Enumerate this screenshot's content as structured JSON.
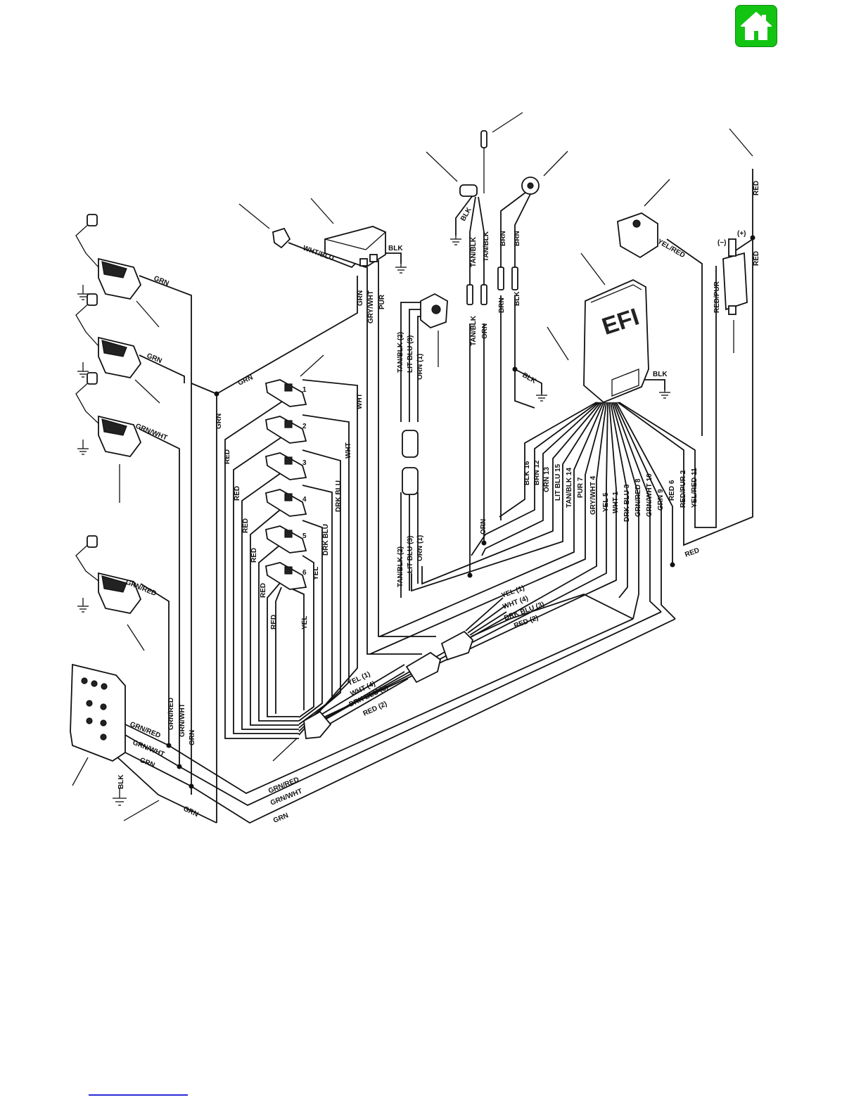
{
  "home_button": {
    "icon": "home-icon",
    "color": "#13c413"
  },
  "ecu": {
    "text": "EFI"
  },
  "wire_labels": {
    "coil_grn_1": "GRN",
    "coil_grn_2": "GRN",
    "coil_grn_wht": "GRN/WHT",
    "coil_grn_red": "GRN/RED",
    "sensor_wht_blu": "WHT/BLU",
    "module_blk": "BLK",
    "module_grn": "GRN",
    "module_gry_wht": "GRY/WHT",
    "module_pur": "PUR",
    "bus_grn": "GRN",
    "bus_grn_vert": "GRN",
    "inj_wht_1": "WHT",
    "inj_wht_2": "WHT",
    "inj_drk_blu_1": "DRK BLU",
    "inj_drk_blu_2": "DRK BLU",
    "inj_yel_1": "YEL",
    "inj_yel_2": "YEL",
    "inj_red_1": "RED",
    "inj_red_2": "RED",
    "inj_red_3": "RED",
    "inj_red_4": "RED",
    "inj_red_5": "RED",
    "inj_red_6": "RED",
    "tps_tan_blk": "TAN/BLK (2)",
    "tps_lit_blu": "LIT BLU (3)",
    "tps_orn": "ORN (1)",
    "tps2_tan_blk": "TAN/BLK (2)",
    "tps2_lit_blu": "LIT BLU (3)",
    "tps2_orn": "ORN (1)",
    "temp_blk": "BLK",
    "temp_tan_blk_1": "TAN/BLK",
    "temp_tan_blk_2": "TAN/BLK",
    "temp_tan_blk_3": "TAN/BLK",
    "temp_orn": "ORN",
    "temp_orn_2": "ORN",
    "mat_brn_1": "BRN",
    "mat_brn_2": "BRN",
    "mat_brn_3": "BRN",
    "mat_blk": "BLK",
    "ecu_blk_gnd": "BLK",
    "ecu_blk_mid": "BLK",
    "iac_yel_red": "YEL/RED",
    "pump_red_top": "RED",
    "pump_red": "RED",
    "pump_red_pur": "RED/PUR",
    "pump_minus": "(−)",
    "pump_plus": "(+)",
    "harness_red": "RED",
    "harness_yel_1": "YEL (1)",
    "harness_wht_4": "WHT (4)",
    "harness_drk_blu_3": "DRK BLU (3)",
    "harness_red_2": "RED (2)",
    "harness2_yel_1": "YEL (1)",
    "harness2_wht_4": "WHT (4)",
    "harness2_drk_blu_3": "DRK BLU (3)",
    "harness2_red_2": "RED (2)",
    "sw_grn_red": "GRN/RED",
    "sw_grn_wht": "GRN/WHT",
    "sw_grn": "GRN",
    "sw_grn_red_v": "GRN/RED",
    "sw_grn_wht_v": "GRN/WHT",
    "sw_grn_v": "GRN",
    "sw_blk": "BLK",
    "bottom_grn": "GRN",
    "bottom_grn_red": "GRN/RED",
    "bottom_grn_wht": "GRN/WHT",
    "bottom_grn_2": "GRN"
  },
  "ecu_pins": [
    "BLK 16",
    "BRN 12",
    "ORN 13",
    "LIT BLU 15",
    "TAN/BLK 14",
    "PUR 7",
    "GRY/WHT 4",
    "YEL 5",
    "WHT 1",
    "DRK BLU 3",
    "GRN/RED 8",
    "GRN/WHT 10",
    "GRN 9",
    "RED 6",
    "RED/PUR 2",
    "YEL/RED 11"
  ],
  "injector_numbers": [
    "1",
    "2",
    "3",
    "4",
    "5",
    "6"
  ]
}
